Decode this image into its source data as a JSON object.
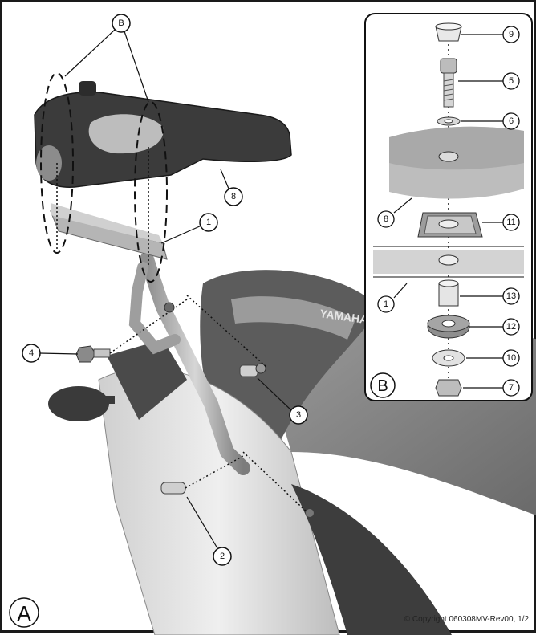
{
  "view_a": {
    "label": "A",
    "callouts": {
      "b": "B",
      "c8": "8",
      "c1": "1",
      "c4": "4",
      "c3": "3",
      "c2": "2"
    },
    "bike_decal": "YAMAHA"
  },
  "view_b": {
    "label": "B",
    "callouts": {
      "c9": "9",
      "c5": "5",
      "c6": "6",
      "c8": "8",
      "c11": "11",
      "c1": "1",
      "c13": "13",
      "c12": "12",
      "c10": "10",
      "c7": "7"
    }
  },
  "copyright": "© Copyright 060308MV-Rev00, 1/2",
  "colors": {
    "rack": "#3b3b3b",
    "metal": "#a9a9a9",
    "body": "#6e6e6e",
    "seat": "#8a8a8a",
    "frame": "#1a1a1a"
  }
}
